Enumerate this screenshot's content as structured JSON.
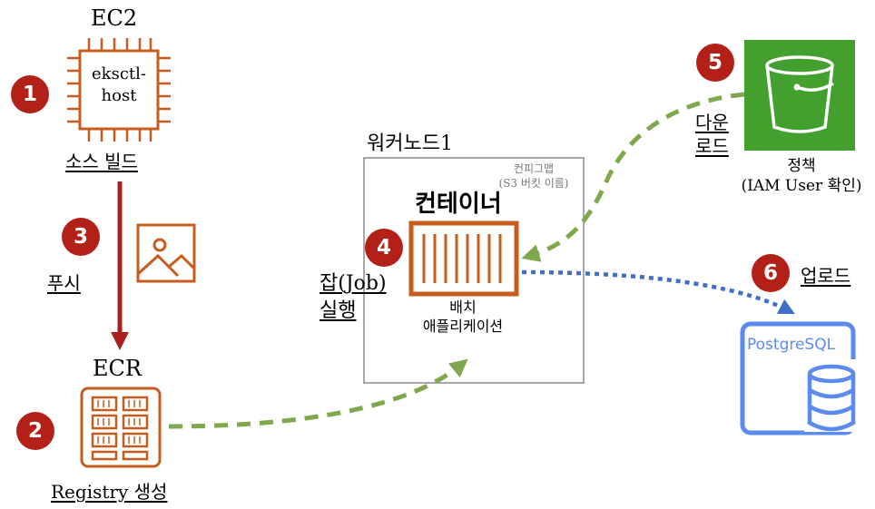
{
  "ec2": {
    "title": "EC2",
    "chip_text": "eksctl-\nhost",
    "caption": "소스 빌드"
  },
  "push": {
    "label": "푸시"
  },
  "ecr": {
    "title": "ECR",
    "caption": "Registry 생성"
  },
  "worker": {
    "title": "워커노드1",
    "configmap": "컨피그맵\n(S3 버킷 이름)",
    "container_title": "컨테이너",
    "app_label": "배치\n애플리케이션",
    "job_label": "잡(Job)\n실행"
  },
  "s3": {
    "download_label": "다운\n로드",
    "policy_label": "정책\n(IAM User 확인)"
  },
  "upload": {
    "label": "업로드"
  },
  "postgres": {
    "label": "PostgreSQL"
  },
  "steps": [
    "1",
    "2",
    "3",
    "4",
    "5",
    "6"
  ],
  "colors": {
    "aws_orange": "#c65c1e",
    "step_red": "#b32018",
    "arrow_red": "#a9201f",
    "dash_green": "#7fa74b",
    "s3_green": "#44a02e",
    "db_blue": "#5b8bef",
    "dot_blue": "#3e6fc9"
  },
  "icons": [
    "chip-icon",
    "image-icon",
    "registry-icon",
    "bucket-icon",
    "database-icon",
    "container-icon"
  ]
}
